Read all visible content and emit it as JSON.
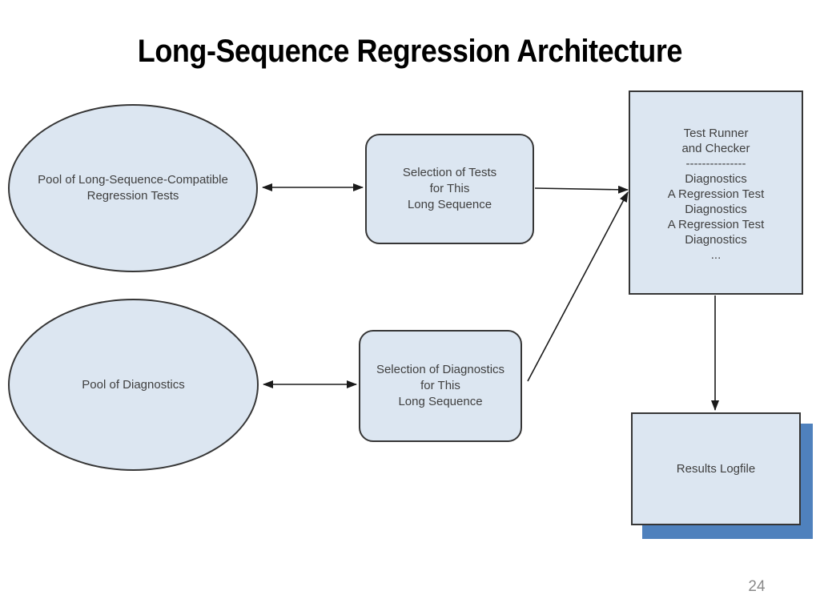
{
  "slide": {
    "title": "Long-Sequence Regression Architecture",
    "page_number": "24"
  },
  "colors": {
    "node-fill": "#dce6f1",
    "node-border": "#363636",
    "node-text": "#3f3f3f",
    "arrow": "#1a1a1a",
    "shadow-blue": "#4f81bd",
    "title-text": "#000000",
    "page-number": "#8a8a8a"
  },
  "diagram": {
    "nodes": {
      "pool_regression_tests": {
        "shape": "ellipse",
        "label": "Pool of Long-Sequence-Compatible\nRegression Tests"
      },
      "pool_diagnostics": {
        "shape": "ellipse",
        "label": "Pool of Diagnostics"
      },
      "selection_tests": {
        "shape": "rounded-rect",
        "label": "Selection of Tests\nfor This\nLong Sequence"
      },
      "selection_diagnostics": {
        "shape": "rounded-rect",
        "label": "Selection of Diagnostics\nfor This\nLong Sequence"
      },
      "test_runner": {
        "shape": "rect",
        "label": "Test Runner\nand Checker\n---------------\nDiagnostics\nA Regression Test\nDiagnostics\nA Regression Test\nDiagnostics\n..."
      },
      "results_logfile": {
        "shape": "rect-with-shadow",
        "label": "Results Logfile"
      }
    },
    "edges": [
      {
        "from": "pool_regression_tests",
        "to": "selection_tests",
        "type": "double-arrow"
      },
      {
        "from": "pool_diagnostics",
        "to": "selection_diagnostics",
        "type": "double-arrow"
      },
      {
        "from": "selection_tests",
        "to": "test_runner",
        "type": "arrow"
      },
      {
        "from": "selection_diagnostics",
        "to": "test_runner",
        "type": "arrow"
      },
      {
        "from": "test_runner",
        "to": "results_logfile",
        "type": "arrow"
      }
    ]
  }
}
